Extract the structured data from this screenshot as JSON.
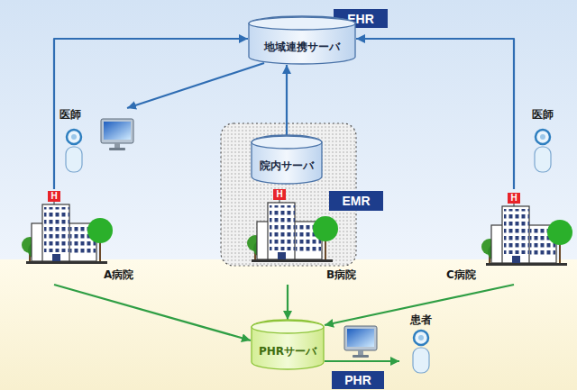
{
  "diagram": {
    "nodes": [
      {
        "text": [
          "EHR"
        ]
      },
      {
        "text": [
          "地域連携サーバ"
        ]
      },
      {
        "text": [
          "医師"
        ]
      },
      {
        "text": [
          "院内サーバ"
        ]
      },
      {
        "text": [
          "EMR"
        ]
      },
      {
        "text": [
          "A病院"
        ]
      },
      {
        "text": [
          "B病院"
        ]
      },
      {
        "text": [
          "医師"
        ]
      },
      {
        "text": [
          "C病院"
        ]
      },
      {
        "text": [
          "PHRサーバ"
        ]
      },
      {
        "text": [
          "PHR"
        ]
      },
      {
        "text": [
          "患者"
        ]
      }
    ],
    "edges": [
      {
        "from": 5,
        "to": 1,
        "arrow": "to"
      },
      {
        "from": 1,
        "to": 2,
        "arrow": "to"
      },
      {
        "from": 3,
        "to": 1,
        "arrow": "to"
      },
      {
        "from": 8,
        "to": 1,
        "arrow": "to"
      },
      {
        "from": 5,
        "to": 9,
        "arrow": "to"
      },
      {
        "from": 6,
        "to": 9,
        "arrow": "to"
      },
      {
        "from": 8,
        "to": 9,
        "arrow": "to"
      },
      {
        "from": 9,
        "to": 11,
        "arrow": "to"
      }
    ],
    "labels": [
      "H",
      "H",
      "H"
    ]
  }
}
